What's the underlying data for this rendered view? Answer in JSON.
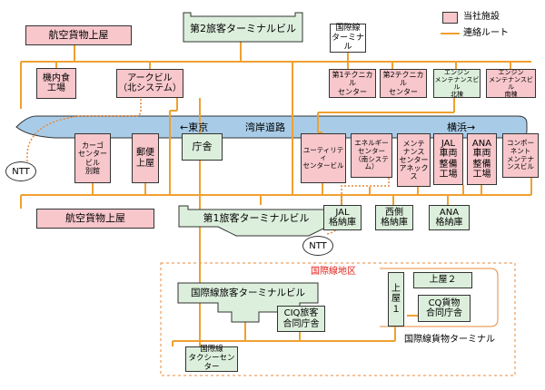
{
  "legend": {
    "own_facility": "当社施設",
    "route": "連絡ルート"
  },
  "highway": {
    "tokyo": "←東京",
    "road": "湾岸道路",
    "yokohama": "横浜→"
  },
  "colors": {
    "own_facility": "#f7c7cc",
    "terminal": "#dcefdc",
    "route": "#f0a030",
    "highway": "#a8cce8",
    "ntt_link": "#e8893a"
  },
  "boxes": {
    "cargo_top": "航空貨物上屋",
    "terminal2": "第2旅客ターミナルビル",
    "intl_terminal_small": "国際線\nターミナル",
    "catering": "機内食\n工場",
    "arc": "アークビル\n（北システム）",
    "tech1": "第1テクニカル\nセンター",
    "tech2": "第2テクニカル\nセンター",
    "engine_north": "エンジン\nメンテナンスビル\n北棟",
    "engine_south": "エンジン\nメンテナンスビル\n南棟",
    "cargo_center_annex": "カーゴ\nセンター\nビル\n別館",
    "post": "郵便\n上屋",
    "govt": "庁舎",
    "utility": "ユーティリティ\nセンタービル",
    "energy": "エネルギー\nセンター\n（南システム）",
    "maint_annex": "メンテ\nナンス\nセンター\nアネックス",
    "jal_maint": "JAL\n車両\n整備\n工場",
    "ana_maint": "ANA\n車両\n整備\n工場",
    "component": "コンポー\nネント\nメンテナ\nンスビル",
    "cargo_bottom": "航空貨物上屋",
    "terminal1": "第1旅客ターミナルビル",
    "jal_hangar": "JAL\n格納庫",
    "west_hangar": "西側\n格納庫",
    "ana_hangar": "ANA\n格納庫",
    "intl_terminal": "国際線旅客ターミナルビル",
    "ciq": "CIQ旅客\n合同庁舎",
    "taxi": "国際線\nタクシーセンター",
    "cargo_bldg1": "上\n屋\n１",
    "cargo_bldg2": "上屋２",
    "cq_cargo": "CQ貨物\n合同庁舎"
  },
  "labels": {
    "intl_area": "国際線地区",
    "intl_cargo_terminal": "国際線貨物ターミナル",
    "ntt": "NTT"
  }
}
